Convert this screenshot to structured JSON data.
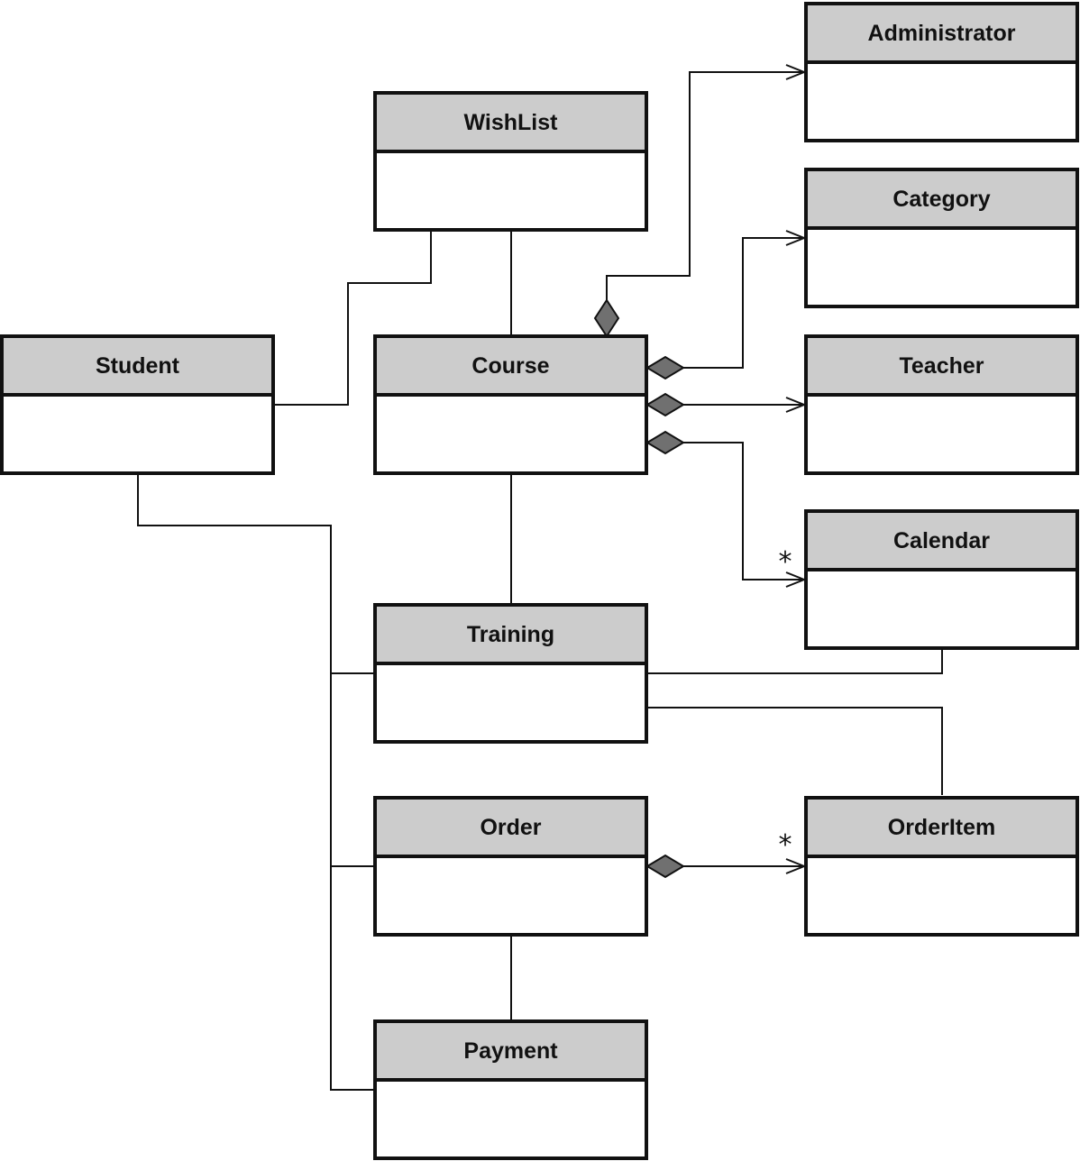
{
  "diagram": {
    "classes": {
      "administrator": "Administrator",
      "wishlist": "WishList",
      "category": "Category",
      "student": "Student",
      "course": "Course",
      "teacher": "Teacher",
      "calendar": "Calendar",
      "training": "Training",
      "order": "Order",
      "orderitem": "OrderItem",
      "payment": "Payment"
    },
    "multiplicities": {
      "course_calendar": "*",
      "order_orderitem": "*"
    },
    "colors": {
      "header_fill": "#cccccc",
      "diamond_fill": "#707070",
      "line": "#111111"
    }
  }
}
